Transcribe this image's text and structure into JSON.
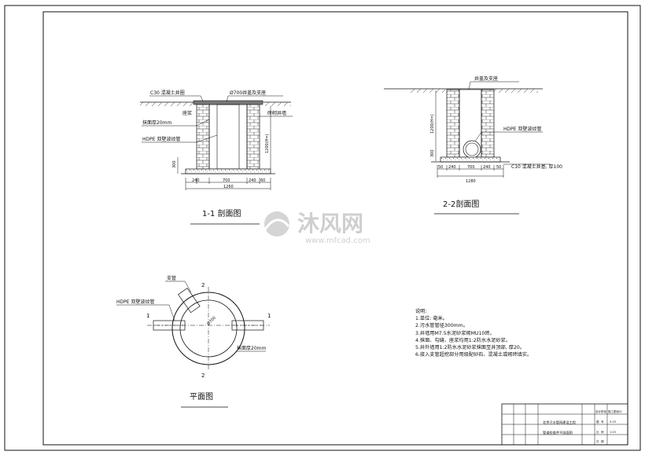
{
  "section_1": {
    "title": "1-1 剖面图",
    "labels": {
      "collar": "C30 混凝土井圈",
      "cover": "Ø700井盖及支座",
      "mortar": "座浆",
      "brick_wall": "砖砌井墙",
      "plaster": "抹面厚20mm",
      "pipe": "HDPE 双壁波纹管"
    },
    "dims": {
      "bottom": [
        "240",
        "700",
        "240",
        "60"
      ],
      "total": "1260",
      "side_left": "300",
      "side_right": "1200(H=)"
    }
  },
  "section_2": {
    "title": "2-2剖面图",
    "labels": {
      "cover": "井盖及支座",
      "pipe": "HDPE 双壁波纹管",
      "base": "C10 混凝土井基, 厚100"
    },
    "dims": {
      "bottom": [
        "50",
        "240",
        "700",
        "240",
        "50"
      ],
      "total": "1280",
      "side_upper": "1200(H=)",
      "side_lower": "300"
    }
  },
  "plan": {
    "title": "平面图",
    "labels": {
      "branch": "支管",
      "pipe": "HDPE 双壁波纹管",
      "plaster": "抹面厚20mm",
      "diameter": "Ø700"
    },
    "section_marks": [
      "1",
      "1",
      "2",
      "2"
    ]
  },
  "notes": {
    "heading": "说明:",
    "items": [
      "1.单位: 毫米。",
      "2.污水管管径300mm。",
      "3.井墙用M7.5水泥砂浆砌MU10砖。",
      "4.抹面、勾缝、座浆均用1:2防水水泥砂浆。",
      "5.井外墙用1:2防水水泥砂浆抹面至井顶部, 厚20。",
      "6.接入支管超挖部分用级配砂石、混凝土或砌砖填实。"
    ]
  },
  "watermark": {
    "brand": "沐风网",
    "url": "www.mfcad.com"
  },
  "title_block": {
    "project": "北京污水管网建设工程",
    "drawing": "管道检查井平剖面图",
    "cells": [
      "设计阶段",
      "施工图设计",
      "图",
      "号",
      "S-03",
      "比",
      "例",
      "1:20",
      "日",
      "期"
    ]
  }
}
